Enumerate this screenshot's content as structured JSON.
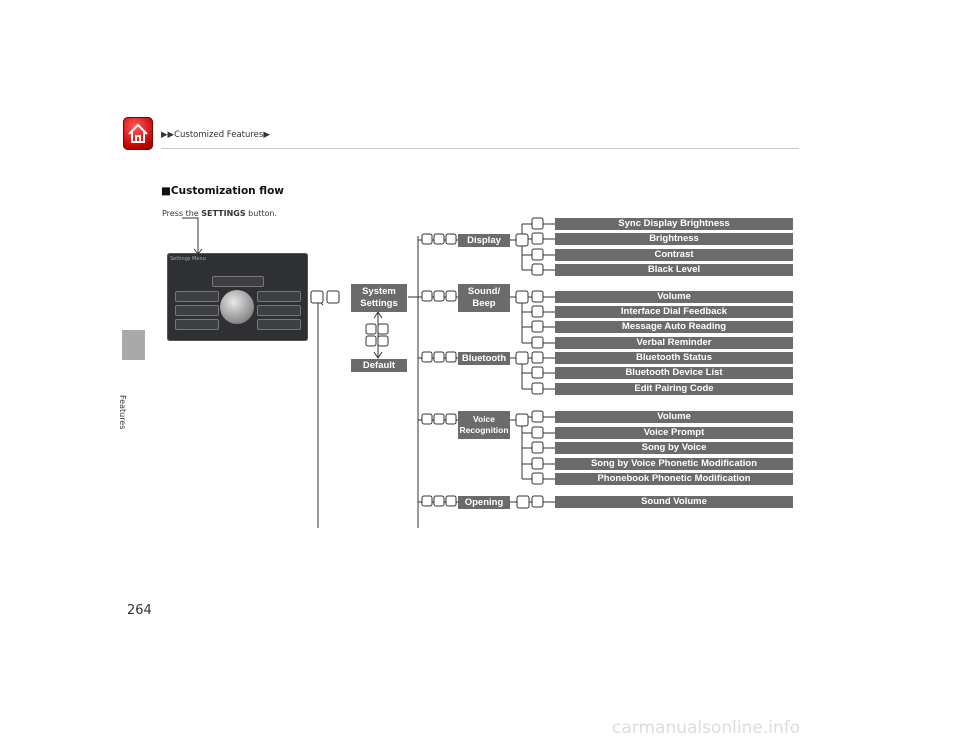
{
  "header": {
    "breadcrumb": "▶▶Customized Features▶"
  },
  "sidebar": {
    "section": "Features"
  },
  "page_number": "264",
  "section_title": "■Customization flow",
  "press_note": {
    "prefix": "Press the ",
    "button": "SETTINGS",
    "suffix": " button."
  },
  "screen": {
    "title": "Settings Menu"
  },
  "nodes": {
    "system_settings": "System\nSettings",
    "default": "Default",
    "display": "Display",
    "sound_beep": "Sound/\nBeep",
    "bluetooth": "Bluetooth",
    "voice_recognition": "Voice\nRecognition",
    "opening": "Opening"
  },
  "leaves": {
    "display": [
      "Sync Display Brightness",
      "Brightness",
      "Contrast",
      "Black Level"
    ],
    "sound_beep": [
      "Volume",
      "Interface Dial Feedback",
      "Message Auto Reading",
      "Verbal Reminder"
    ],
    "bluetooth": [
      "Bluetooth Status",
      "Bluetooth Device List",
      "Edit Pairing Code"
    ],
    "voice_recognition": [
      "Volume",
      "Voice Prompt",
      "Song by Voice",
      "Song by Voice Phonetic Modification",
      "Phonebook Phonetic Modification"
    ],
    "opening": [
      "Sound Volume"
    ]
  },
  "watermark": "carmanualsonline.info"
}
